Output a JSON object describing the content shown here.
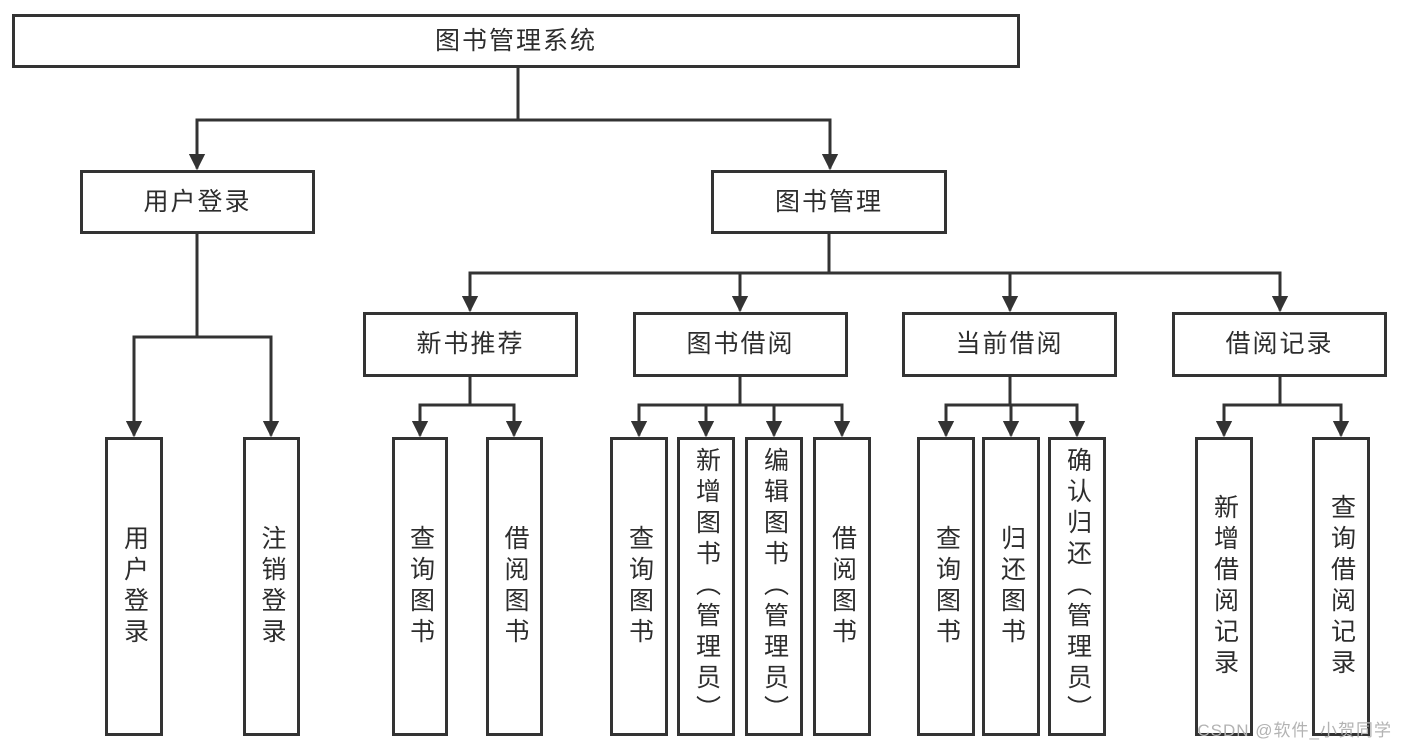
{
  "diagram": {
    "tree": {
      "label": "图书管理系统",
      "children": [
        {
          "label": "用户登录",
          "children": [
            {
              "label": "用户登录"
            },
            {
              "label": "注销登录"
            }
          ]
        },
        {
          "label": "图书管理",
          "children": [
            {
              "label": "新书推荐",
              "children": [
                {
                  "label": "查询图书"
                },
                {
                  "label": "借阅图书"
                }
              ]
            },
            {
              "label": "图书借阅",
              "children": [
                {
                  "label": "查询图书"
                },
                {
                  "label": "新增图书（管理员）"
                },
                {
                  "label": "编辑图书（管理员）"
                },
                {
                  "label": "借阅图书"
                }
              ]
            },
            {
              "label": "当前借阅",
              "children": [
                {
                  "label": "查询图书"
                },
                {
                  "label": "归还图书"
                },
                {
                  "label": "确认归还（管理员）"
                }
              ]
            },
            {
              "label": "借阅记录",
              "children": [
                {
                  "label": "新增借阅记录"
                },
                {
                  "label": "查询借阅记录"
                }
              ]
            }
          ]
        }
      ]
    },
    "colors": {
      "line": "#333333",
      "text": "#2d2d2d",
      "background": "#ffffff",
      "watermark": "#b3b3b3"
    }
  },
  "watermark": {
    "text": "CSDN @软件_小贺同学"
  }
}
